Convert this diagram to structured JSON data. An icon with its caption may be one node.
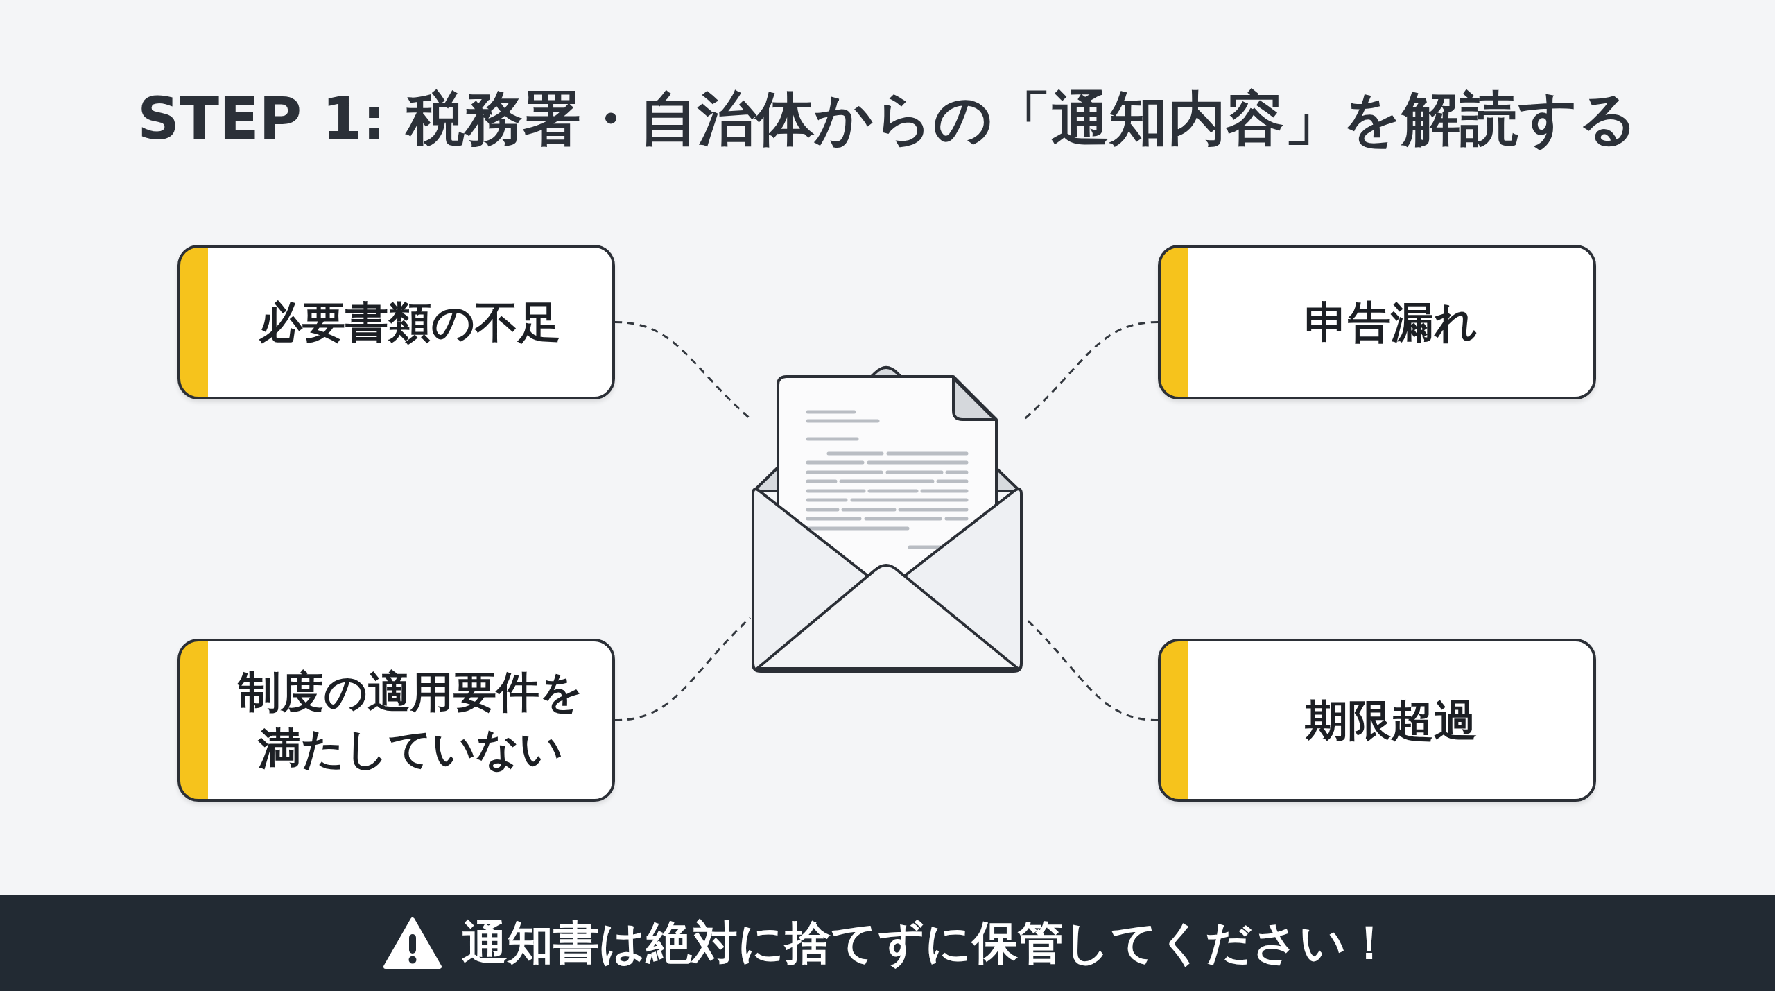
{
  "diagram": {
    "title": "STEP 1: 税務署・自治体からの「通知内容」を解読する",
    "nodes": [
      {
        "text": [
          "必要書類の不足"
        ]
      },
      {
        "text": [
          "申告漏れ"
        ]
      },
      {
        "text": [],
        "shape": "picture"
      },
      {
        "text": [
          "制度の適用要件を満たしていない"
        ]
      },
      {
        "text": [
          "期限超過"
        ]
      },
      {
        "text": [
          "通知書は絶対に捨てずに保管してください！"
        ]
      }
    ],
    "edges": [
      {
        "from": 0,
        "to": 2,
        "arrow": "none",
        "style": "dashed"
      },
      {
        "from": 1,
        "to": 2,
        "arrow": "none",
        "style": "dashed"
      },
      {
        "from": 3,
        "to": 2,
        "arrow": "none",
        "style": "dashed"
      },
      {
        "from": 4,
        "to": 2,
        "arrow": "none",
        "style": "dashed"
      }
    ]
  }
}
